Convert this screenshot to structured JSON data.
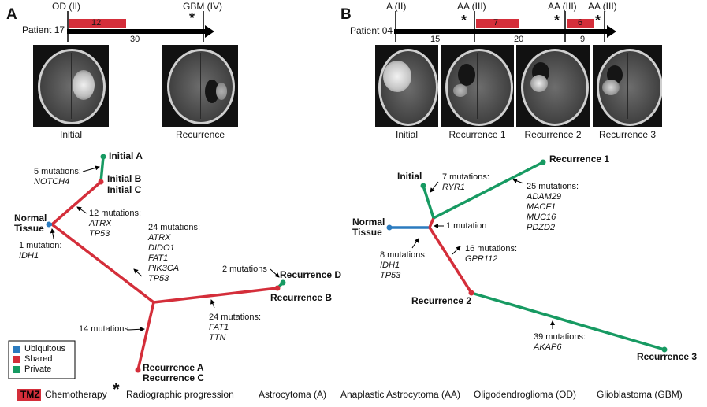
{
  "panel_a": {
    "letter": "A",
    "patient": "Patient 17",
    "diag_start": "OD (II)",
    "diag_end": "GBM (IV)",
    "chemo_value": "12",
    "interval": "30",
    "scan_captions": [
      "Initial",
      "Recurrence"
    ],
    "tree": {
      "normal": [
        "Normal",
        "Tissue"
      ],
      "initial_a": "Initial A",
      "initial_b": "Initial B",
      "initial_c": "Initial C",
      "recurrence_a": "Recurrence A",
      "recurrence_c": "Recurrence C",
      "recurrence_b": "Recurrence B",
      "recurrence_d": "Recurrence D",
      "annotations": {
        "m5": "5 mutations:",
        "m5_genes": [
          "NOTCH4"
        ],
        "m12": "12 mutations:",
        "m12_genes": [
          "ATRX",
          "TP53"
        ],
        "m1": "1 mutation:",
        "m1_genes": [
          "IDH1"
        ],
        "m24a": "24 mutations:",
        "m24a_genes": [
          "ATRX",
          "DIDO1",
          "FAT1",
          "PIK3CA",
          "TP53"
        ],
        "m2": "2 mutations",
        "m14": "14 mutations",
        "m24b": "24 mutations:",
        "m24b_genes": [
          "FAT1",
          "TTN"
        ]
      }
    }
  },
  "panel_b": {
    "letter": "B",
    "patient": "Patient 04",
    "diagnoses": [
      "A (II)",
      "AA (III)",
      "AA (III)",
      "AA (III)"
    ],
    "chemo_values": [
      "7",
      "6"
    ],
    "intervals": [
      "15",
      "20",
      "9"
    ],
    "scan_captions": [
      "Initial",
      "Recurrence 1",
      "Recurrence 2",
      "Recurrence 3"
    ],
    "tree": {
      "normal": [
        "Normal",
        "Tissue"
      ],
      "initial": "Initial",
      "recurrence_1": "Recurrence 1",
      "recurrence_2": "Recurrence 2",
      "recurrence_3": "Recurrence 3",
      "annotations": {
        "m7": "7 mutations:",
        "m7_genes": [
          "RYR1"
        ],
        "m25": "25 mutations:",
        "m25_genes": [
          "ADAM29",
          "MACF1",
          "MUC16",
          "PDZD2"
        ],
        "m1": "1 mutation",
        "m8": "8 mutations:",
        "m8_genes": [
          "IDH1",
          "TP53"
        ],
        "m16": "16 mutations:",
        "m16_genes": [
          "GPR112"
        ],
        "m39": "39 mutations:",
        "m39_genes": [
          "AKAP6"
        ]
      }
    }
  },
  "legend": {
    "items": [
      {
        "label": "Ubiquitous",
        "color": "#2b7bbf"
      },
      {
        "label": "Shared",
        "color": "#d42e3a"
      },
      {
        "label": "Private",
        "color": "#179a62"
      }
    ]
  },
  "footer": {
    "tmz": "TMZ",
    "chemo": "Chemotherapy",
    "star": "*",
    "progression": "Radiographic progression",
    "types": [
      "Astrocytoma (A)",
      "Anaplastic Astrocytoma (AA)",
      "Oligodendroglioma (OD)",
      "Glioblastoma (GBM)"
    ]
  },
  "colors": {
    "ubiquitous": "#2b7bbf",
    "shared": "#d42e3a",
    "private": "#179a62",
    "chemo_bar": "#d42e3a",
    "timeline": "#000000"
  }
}
